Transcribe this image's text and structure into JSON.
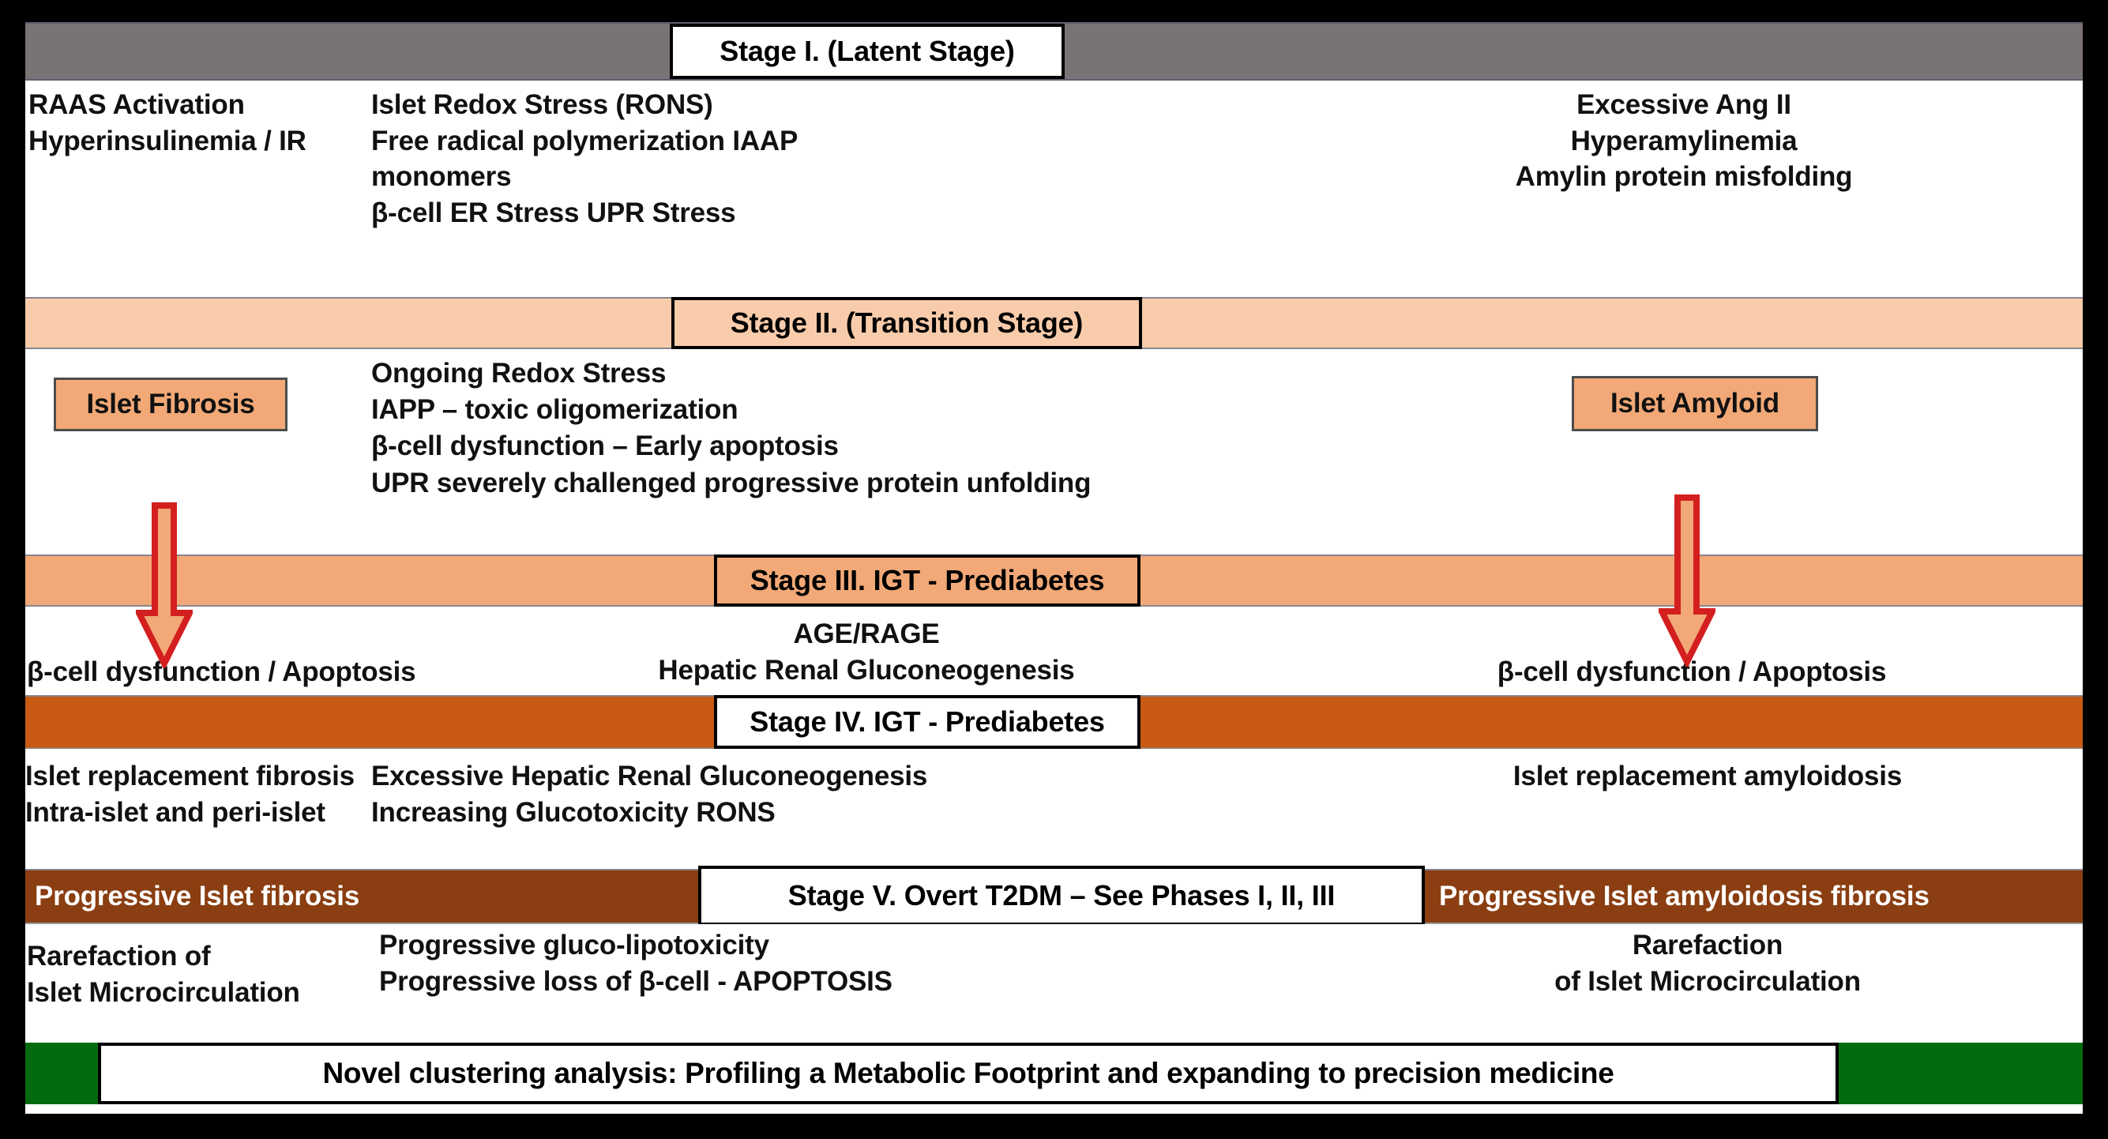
{
  "figure": {
    "title": "Staged progression of islet fibrosis and amyloidosis in type 2 diabetes",
    "colors": {
      "frame": "#000000",
      "stage1_band": "#7a7376",
      "stage2_band": "#f8ccab",
      "stage3_band": "#f2a977",
      "stage4_band": "#c85a14",
      "stage5_band": "#8a3e11",
      "footer_band": "#046a0f",
      "callout_fill": "#f2a977",
      "arrow_stroke": "#d41f1f",
      "arrow_fill": "#f2a977"
    }
  },
  "stages": [
    {
      "id": "stage-1",
      "header": "Stage I. (Latent Stage)",
      "left": "RAAS Activation\nHyperinsulinemia /  IR",
      "center": "Islet Redox Stress (RONS)\nFree radical polymerization IAAP\nmonomers\nβ-cell ER Stress UPR Stress",
      "right": "Excessive Ang II\nHyperamylinemia\nAmylin protein misfolding"
    },
    {
      "id": "stage-2",
      "header": "Stage II. (Transition Stage)",
      "left_callout": "Islet Fibrosis",
      "center": "Ongoing Redox Stress\nIAPP – toxic oligomerization\nβ-cell dysfunction – Early apoptosis\nUPR severely challenged progressive protein unfolding",
      "right_callout": "Islet Amyloid"
    },
    {
      "id": "stage-3",
      "header": "Stage III. IGT - Prediabetes",
      "left": "β-cell dysfunction / Apoptosis",
      "center": "AGE/RAGE\nHepatic Renal Gluconeogenesis",
      "right": "β-cell dysfunction / Apoptosis"
    },
    {
      "id": "stage-4",
      "header": "Stage IV. IGT - Prediabetes",
      "left": "Islet replacement fibrosis\nIntra-islet and peri-islet",
      "center": "Excessive Hepatic Renal Gluconeogenesis\nIncreasing Glucotoxicity RONS",
      "right": "Islet replacement amyloidosis"
    },
    {
      "id": "stage-5",
      "header": "Stage V. Overt T2DM – See Phases I, II, III",
      "band_left_label": "Progressive Islet fibrosis",
      "band_right_label": "Progressive Islet amyloidosis fibrosis",
      "left": "Rarefaction of\nIslet Microcirculation",
      "center": "Progressive gluco-lipotoxicity\nProgressive loss of β-cell - APOPTOSIS",
      "right": "Rarefaction\nof Islet Microcirculation"
    }
  ],
  "footer": {
    "banner": "Novel clustering analysis:  Profiling a Metabolic Footprint and expanding to precision medicine"
  },
  "arrows": {
    "left_arrow_name": "islet-fibrosis-down-arrow",
    "right_arrow_name": "islet-amyloid-down-arrow"
  }
}
